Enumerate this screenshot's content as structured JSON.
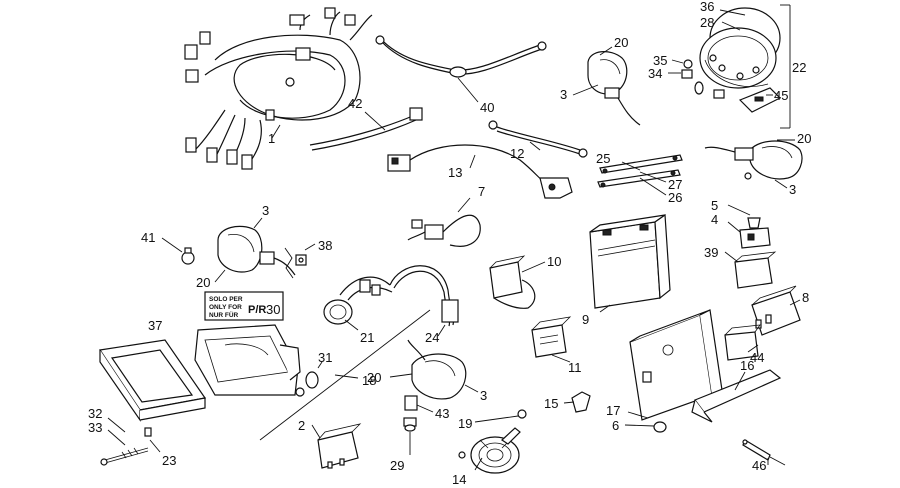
{
  "callouts": {
    "n1": "1",
    "n2": "2",
    "n3a": "3",
    "n3b": "3",
    "n3c": "3",
    "n3d": "3",
    "n4": "4",
    "n5": "5",
    "n6": "6",
    "n7": "7",
    "n8": "8",
    "n9": "9",
    "n10": "10",
    "n11": "11",
    "n12": "12",
    "n13": "13",
    "n14": "14",
    "n15": "15",
    "n16": "16",
    "n17": "17",
    "n18": "18",
    "n19": "19",
    "n20a": "20",
    "n20b": "20",
    "n20c": "20",
    "n20d": "20",
    "n21": "21",
    "n22": "22",
    "n23": "23",
    "n24": "24",
    "n25": "25",
    "n26": "26",
    "n27": "27",
    "n28": "28",
    "n29": "29",
    "n30": "30",
    "n31": "31",
    "n32": "32",
    "n33": "33",
    "n34": "34",
    "n35": "35",
    "n36": "36",
    "n37": "37",
    "n38": "38",
    "n39": "39",
    "n40": "40",
    "n41": "41",
    "n42": "42",
    "n43": "43",
    "n44": "44",
    "n45": "45",
    "n46": "46"
  },
  "sticker": {
    "line1": "SOLO PER",
    "line2": "ONLY FOR",
    "line3": "NUR FÜR",
    "code": "P/R"
  }
}
